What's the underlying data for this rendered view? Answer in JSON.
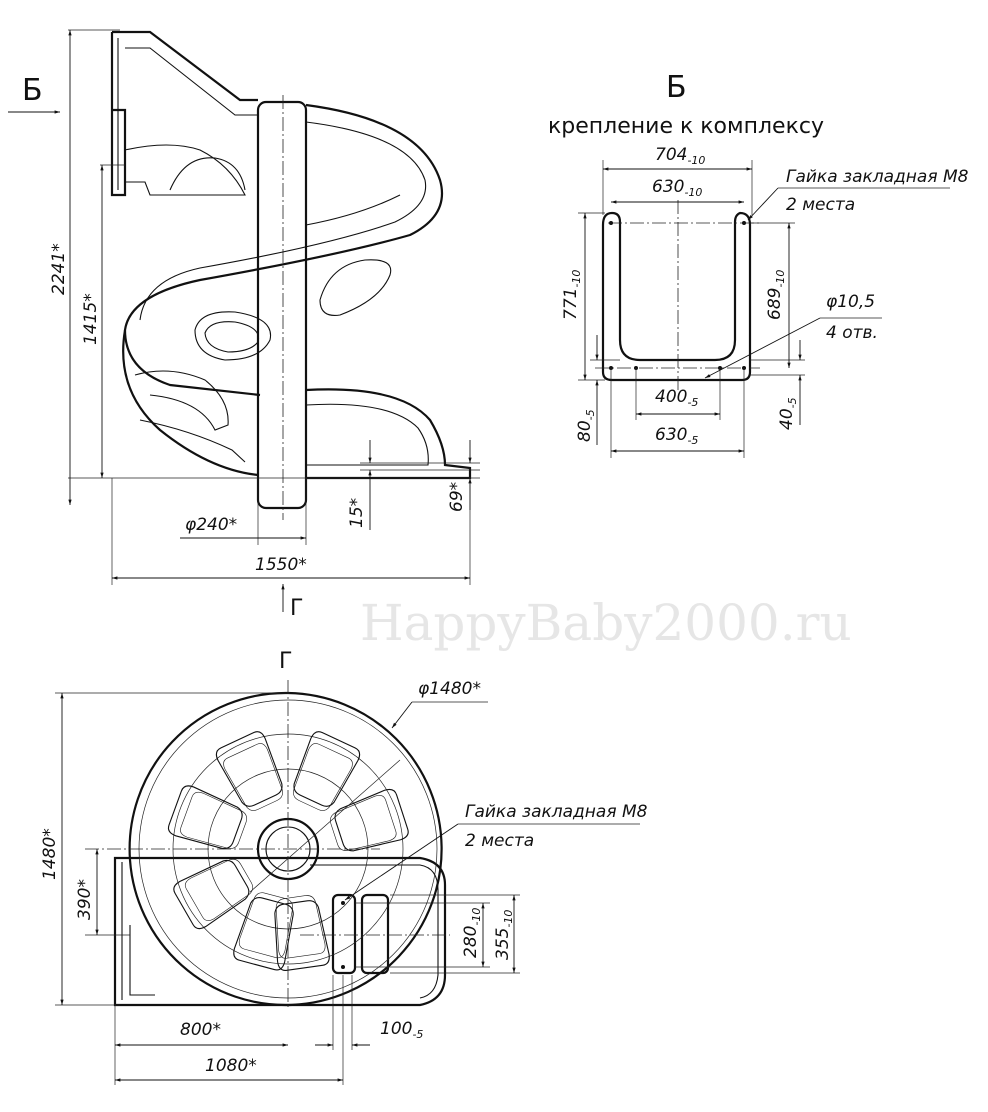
{
  "side_view": {
    "view_arrow_label": "Б",
    "view_arrow_label_g": "Г",
    "dims": {
      "height_total": "2241*",
      "height_platform": "1415*",
      "column_diameter": "φ240*",
      "gap": "15*",
      "exit_height": "69*",
      "length": "1550*"
    }
  },
  "view_b": {
    "title": "Б",
    "subtitle": "крепление к комплексу",
    "dims": {
      "outer_width": {
        "main": "704",
        "sub": "-10"
      },
      "inner_width": {
        "main": "630",
        "sub": "-10"
      },
      "height_outer": {
        "main": "771",
        "sub": "-10"
      },
      "height_inner": {
        "main": "689",
        "sub": "-10"
      },
      "hole_spacing": {
        "main": "400",
        "sub": "-5"
      },
      "bottom_width": {
        "main": "630",
        "sub": "-5"
      },
      "bottom_offset": {
        "main": "80",
        "sub": "-5"
      },
      "bottom_offset_right": {
        "main": "40",
        "sub": "-5"
      }
    },
    "nut_note": {
      "line1": "Гайка закладная M8",
      "line2": "2 места"
    },
    "hole_note": {
      "line1": "φ10,5",
      "line2": "4 отв."
    }
  },
  "view_g": {
    "title": "Г",
    "dims": {
      "diameter": "φ1480*",
      "height": "1480*",
      "offset": "390*",
      "width_center": "800*",
      "width_total": "1080*",
      "slot_width": {
        "main": "100",
        "sub": "-5"
      },
      "slot_inner": {
        "main": "280",
        "sub": "-10"
      },
      "slot_outer": {
        "main": "355",
        "sub": "-10"
      }
    },
    "nut_note": {
      "line1": "Гайка закладная M8",
      "line2": "2 места"
    }
  },
  "watermark": "HappyBaby2000.ru"
}
